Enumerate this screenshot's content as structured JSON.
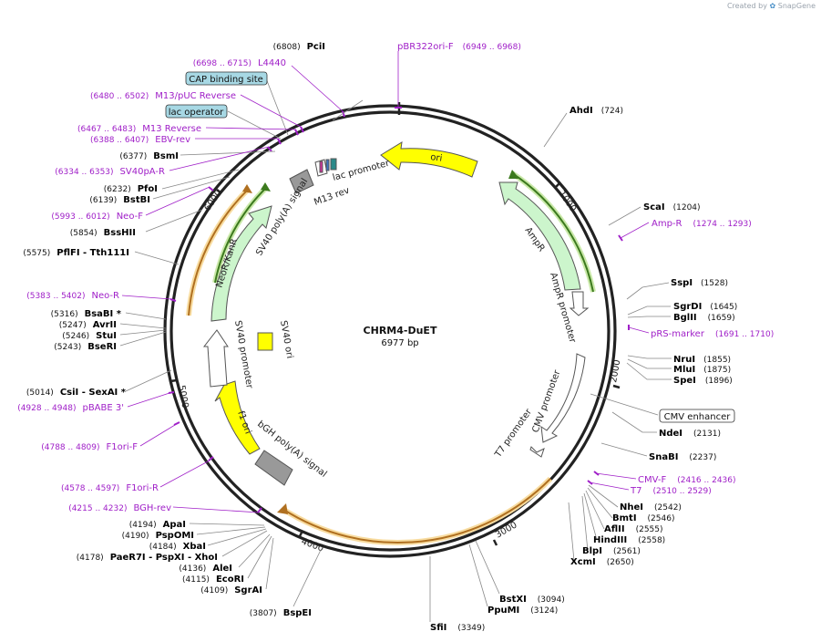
{
  "credit": {
    "prefix": "Created by",
    "brand": "SnapGene"
  },
  "plasmid": {
    "name": "CHRM4-DuET",
    "length_label": "6977 bp",
    "length": 6977
  },
  "ticks": [
    {
      "label": "1000",
      "pos": 1000
    },
    {
      "label": "2000",
      "pos": 2000
    },
    {
      "label": "3000",
      "pos": 3000
    },
    {
      "label": "4000",
      "pos": 4000
    },
    {
      "label": "5000",
      "pos": 5000
    },
    {
      "label": "6000",
      "pos": 6000
    }
  ],
  "enzymes_right": [
    {
      "name": "AhdI",
      "pos": "(724)"
    },
    {
      "name": "ScaI",
      "pos": "(1204)"
    },
    {
      "name": "SspI",
      "pos": "(1528)"
    },
    {
      "name": "SgrDI",
      "pos": "(1645)"
    },
    {
      "name": "BglII",
      "pos": "(1659)"
    },
    {
      "name": "NruI",
      "pos": "(1855)"
    },
    {
      "name": "MluI",
      "pos": "(1875)"
    },
    {
      "name": "SpeI",
      "pos": "(1896)"
    },
    {
      "name": "NdeI",
      "pos": "(2131)"
    },
    {
      "name": "SnaBI",
      "pos": "(2237)"
    },
    {
      "name": "NheI",
      "pos": "(2542)"
    },
    {
      "name": "BmtI",
      "pos": "(2546)"
    },
    {
      "name": "AflII",
      "pos": "(2555)"
    },
    {
      "name": "HindIII",
      "pos": "(2558)"
    },
    {
      "name": "BlpI",
      "pos": "(2561)"
    },
    {
      "name": "XcmI",
      "pos": "(2650)"
    },
    {
      "name": "BstXI",
      "pos": "(3094)"
    },
    {
      "name": "PpuMI",
      "pos": "(3124)"
    },
    {
      "name": "SfiI",
      "pos": "(3349)"
    }
  ],
  "enzymes_left": [
    {
      "name": "PciI",
      "pos": "(6808)"
    },
    {
      "name": "BsmI",
      "pos": "(6377)"
    },
    {
      "name": "PfoI",
      "pos": "(6232)"
    },
    {
      "name": "BstBI",
      "pos": "(6139)"
    },
    {
      "name": "BssHII",
      "pos": "(5854)"
    },
    {
      "name": "PflFI - Tth111I",
      "pos": "(5575)"
    },
    {
      "name": "BsaBI *",
      "pos": "(5316)"
    },
    {
      "name": "AvrII",
      "pos": "(5247)"
    },
    {
      "name": "StuI",
      "pos": "(5246)"
    },
    {
      "name": "BseRI",
      "pos": "(5243)"
    },
    {
      "name": "CsiI - SexAI *",
      "pos": "(5014)"
    },
    {
      "name": "ApaI",
      "pos": "(4194)"
    },
    {
      "name": "PspOMI",
      "pos": "(4190)"
    },
    {
      "name": "XbaI",
      "pos": "(4184)"
    },
    {
      "name": "PaeR7I - PspXI - XhoI",
      "pos": "(4178)"
    },
    {
      "name": "AleI",
      "pos": "(4136)"
    },
    {
      "name": "EcoRI",
      "pos": "(4115)"
    },
    {
      "name": "SgrAI",
      "pos": "(4109)"
    },
    {
      "name": "BspEI",
      "pos": "(3807)"
    }
  ],
  "primers": [
    {
      "name": "pBR322ori-F",
      "range": "(6949 .. 6968)"
    },
    {
      "name": "L4440",
      "range": "(6698 .. 6715)"
    },
    {
      "name": "M13/pUC Reverse",
      "range": "(6480 .. 6502)"
    },
    {
      "name": "M13 Reverse",
      "range": "(6467 .. 6483)"
    },
    {
      "name": "EBV-rev",
      "range": "(6388 .. 6407)"
    },
    {
      "name": "SV40pA-R",
      "range": "(6334 .. 6353)"
    },
    {
      "name": "Neo-F",
      "range": "(5993 .. 6012)"
    },
    {
      "name": "Neo-R",
      "range": "(5383 .. 5402)"
    },
    {
      "name": "pBABE 3'",
      "range": "(4928 .. 4948)"
    },
    {
      "name": "F1ori-F",
      "range": "(4788 .. 4809)"
    },
    {
      "name": "F1ori-R",
      "range": "(4578 .. 4597)"
    },
    {
      "name": "BGH-rev",
      "range": "(4215 .. 4232)"
    },
    {
      "name": "Amp-R",
      "range": "(1274 .. 1293)"
    },
    {
      "name": "pRS-marker",
      "range": "(1691 .. 1710)"
    },
    {
      "name": "CMV-F",
      "range": "(2416 .. 2436)"
    },
    {
      "name": "T7",
      "range": "(2510 .. 2529)"
    }
  ],
  "boxed_features": [
    {
      "name": "CAP binding site"
    },
    {
      "name": "lac operator"
    },
    {
      "name": "CMV enhancer"
    }
  ],
  "features": [
    {
      "name": "ori",
      "color": "#ffff00"
    },
    {
      "name": "AmpR",
      "color": "#ccf5cc"
    },
    {
      "name": "AmpR promoter",
      "color": "#ffffff"
    },
    {
      "name": "CMV promoter",
      "color": "#ffffff"
    },
    {
      "name": "T7 promoter",
      "color": "#ffffff"
    },
    {
      "name": "bGH poly(A) signal",
      "color": "#999999"
    },
    {
      "name": "f1 ori",
      "color": "#ffff00"
    },
    {
      "name": "SV40 promoter",
      "color": "#ffffff"
    },
    {
      "name": "SV40 ori",
      "color": "#ffff00"
    },
    {
      "name": "NeoR/KanR",
      "color": "#ccf5cc"
    },
    {
      "name": "SV40 poly(A) signal",
      "color": "#999999"
    },
    {
      "name": "lac promoter",
      "color": "#ffffff"
    },
    {
      "name": "M13 rev",
      "color": "#ffffff"
    }
  ],
  "colors": {
    "enzyme_text": "#000000",
    "primer_text": "#a020c8",
    "primer_mark": "#a020c8",
    "backbone": "#222222",
    "orf_orange": "#c87d28",
    "orf_green": "#3c7a1e"
  }
}
